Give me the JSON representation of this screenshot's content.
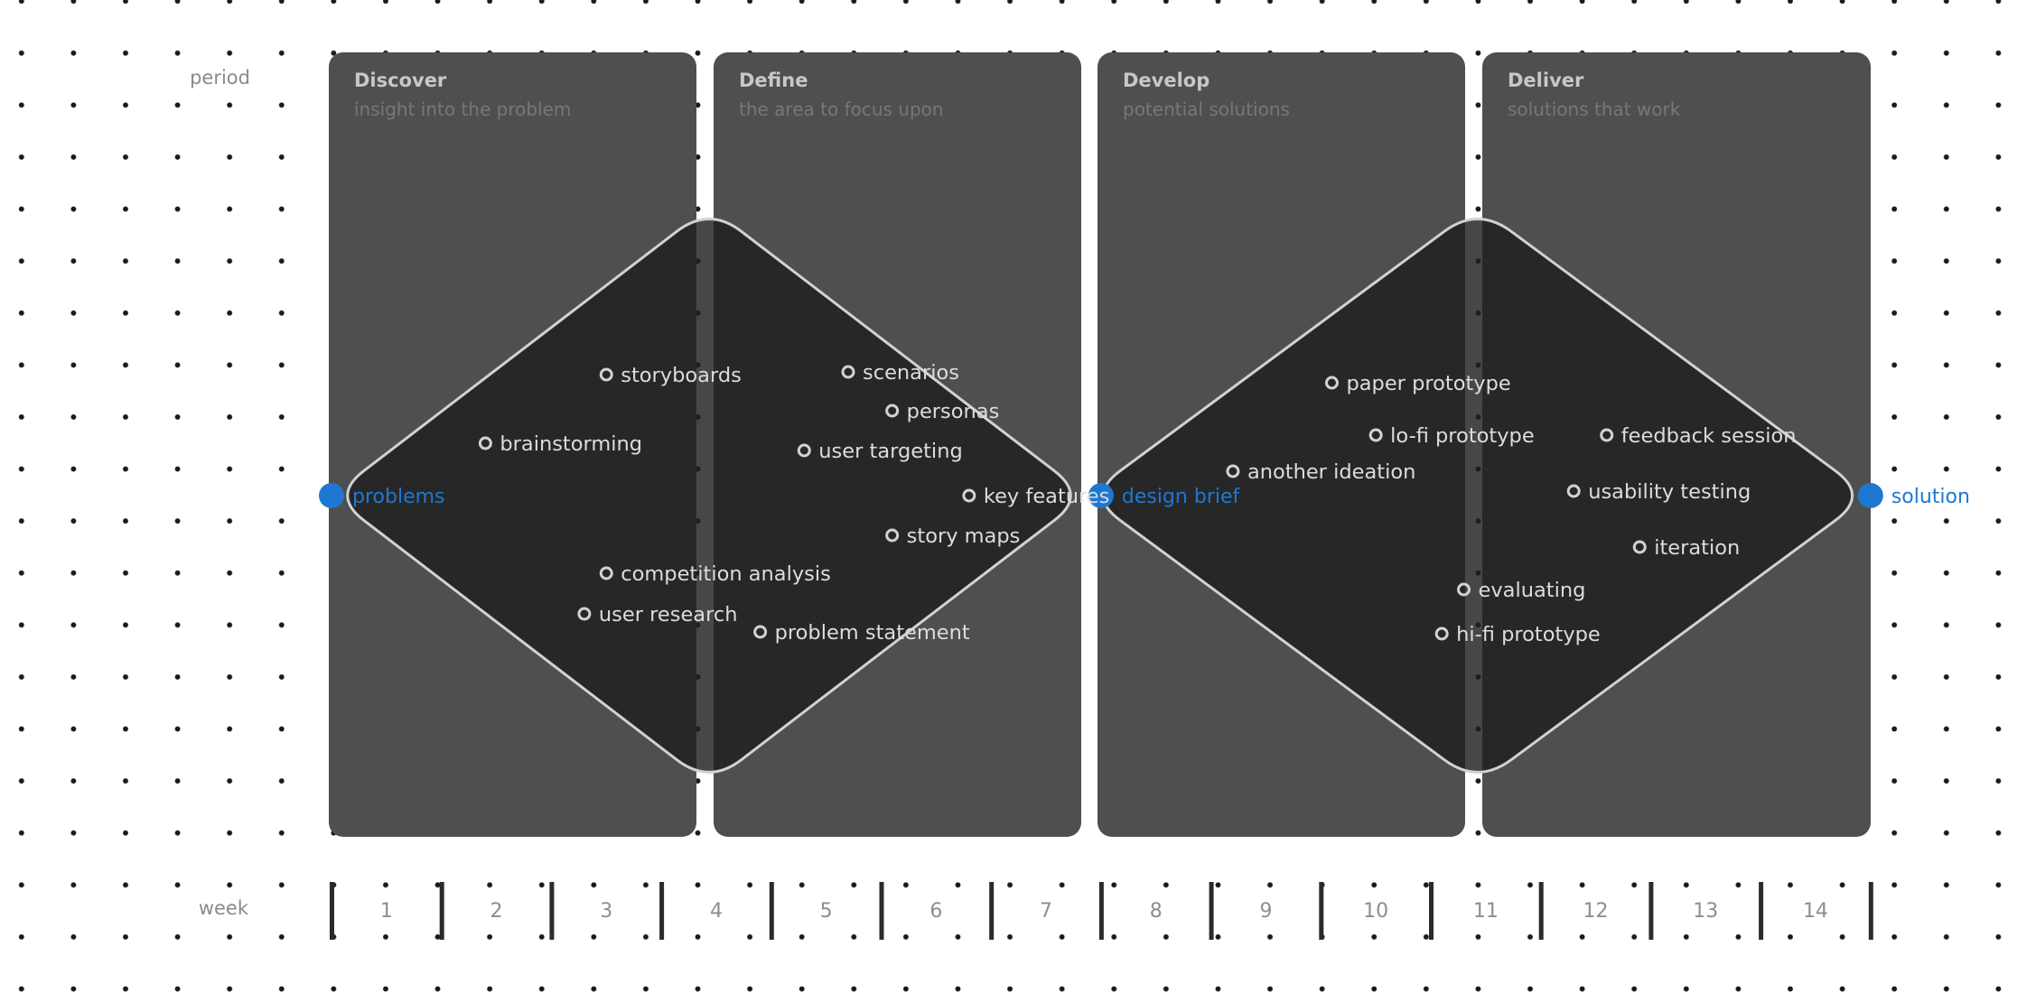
{
  "labels": {
    "period": "period",
    "week": "week"
  },
  "periods": [
    {
      "title": "Discover",
      "subtitle": "insight into the problem"
    },
    {
      "title": "Define",
      "subtitle": "the area to focus upon"
    },
    {
      "title": "Develop",
      "subtitle": "potential solutions"
    },
    {
      "title": "Deliver",
      "subtitle": "solutions that work"
    }
  ],
  "milestones": [
    "problems",
    "design brief",
    "solution"
  ],
  "activities": [
    {
      "label": "storyboards",
      "week": 2.5
    },
    {
      "label": "brainstorming",
      "week": 1.4
    },
    {
      "label": "competition analysis",
      "week": 2.5
    },
    {
      "label": "user research",
      "week": 2.3
    },
    {
      "label": "scenarios",
      "week": 4.7
    },
    {
      "label": "personas",
      "week": 5.1
    },
    {
      "label": "user targeting",
      "week": 4.3
    },
    {
      "label": "key features",
      "week": 5.8
    },
    {
      "label": "story maps",
      "week": 5.1
    },
    {
      "label": "problem statement",
      "week": 3.9
    },
    {
      "label": "paper prototype",
      "week": 9.1
    },
    {
      "label": "lo-fi prototype",
      "week": 9.5
    },
    {
      "label": "another ideation",
      "week": 8.2
    },
    {
      "label": "evaluating",
      "week": 10.3
    },
    {
      "label": "hi-fi prototype",
      "week": 10.1
    },
    {
      "label": "feedback session",
      "week": 11.6
    },
    {
      "label": "usability testing",
      "week": 11.3
    },
    {
      "label": "iteration",
      "week": 11.9
    }
  ],
  "weeks": [
    "1",
    "2",
    "3",
    "4",
    "5",
    "6",
    "7",
    "8",
    "9",
    "10",
    "11",
    "12",
    "13",
    "14"
  ],
  "colors": {
    "accent": "#1e78d2",
    "panel": "#4f4f4f",
    "diamond": "#1f1f1f",
    "stroke": "#d2d2d2",
    "text": "#dcdcdc",
    "subtitle": "#777777",
    "tick": "#2a2a30"
  }
}
